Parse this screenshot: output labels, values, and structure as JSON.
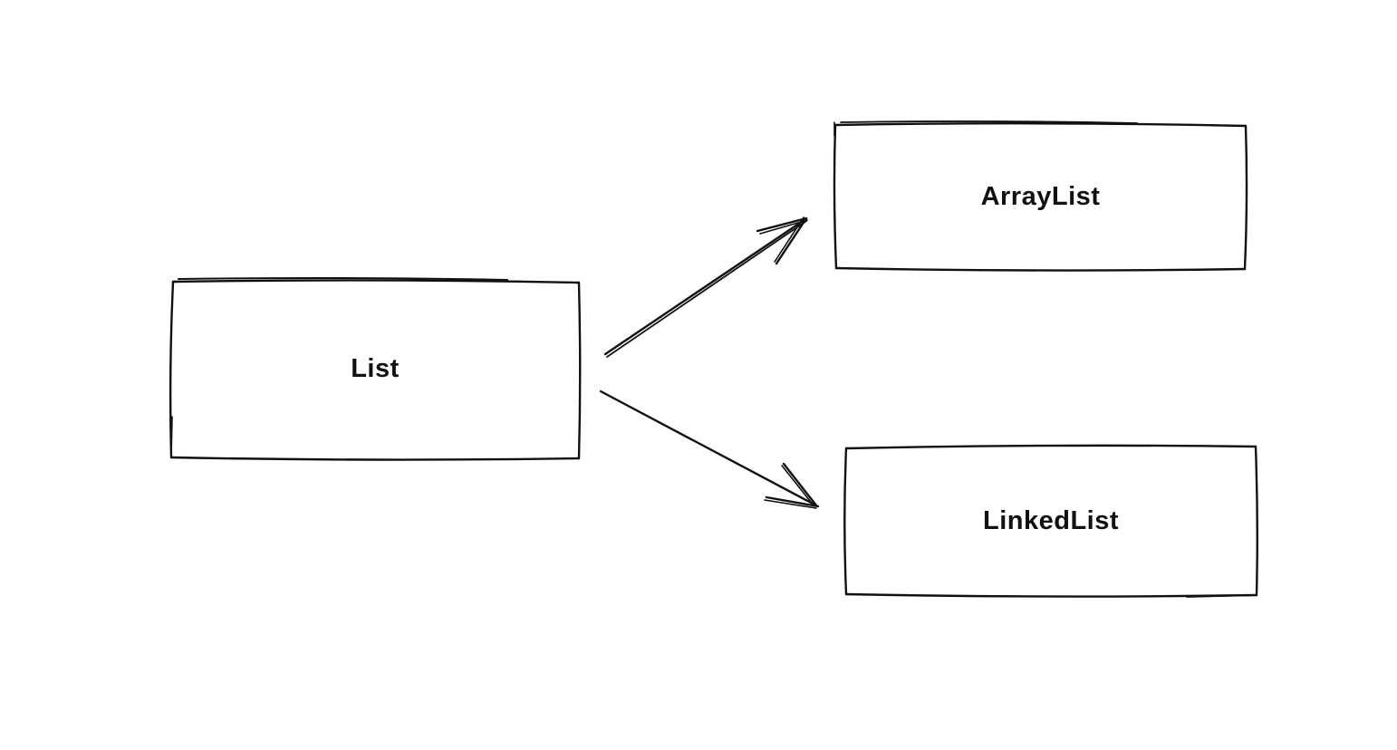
{
  "diagram": {
    "style": "hand-drawn",
    "background_color": "#ffffff",
    "stroke_color": "#111111",
    "nodes": [
      {
        "id": "list",
        "label": "List"
      },
      {
        "id": "arraylist",
        "label": "ArrayList"
      },
      {
        "id": "linkedlist",
        "label": "LinkedList"
      }
    ],
    "edges": [
      {
        "from": "list",
        "to": "arraylist",
        "type": "arrow"
      },
      {
        "from": "list",
        "to": "linkedlist",
        "type": "arrow"
      }
    ]
  }
}
